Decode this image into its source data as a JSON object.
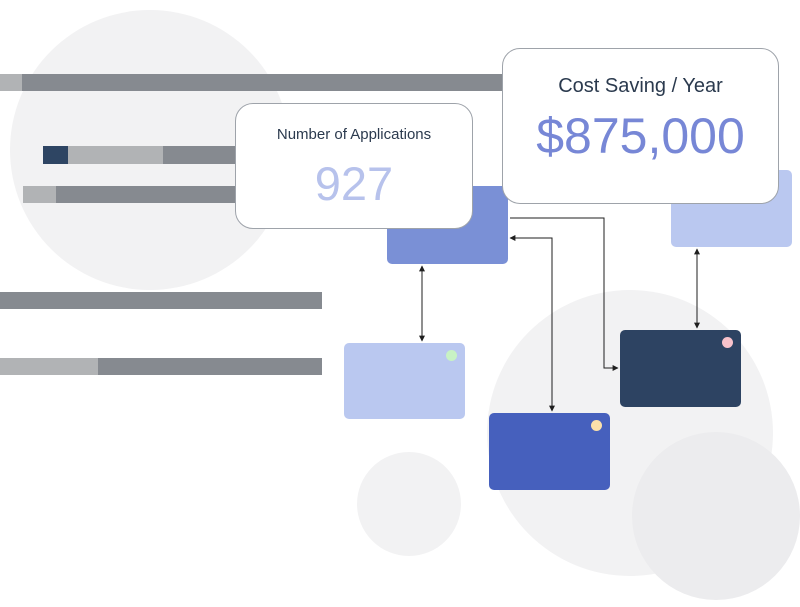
{
  "stats": {
    "applications": {
      "label": "Number of Applications",
      "value": "927"
    },
    "savings": {
      "label": "Cost Saving / Year",
      "value": "$875,000"
    }
  },
  "colors": {
    "background_circle": "#f2f2f3",
    "bar_dark": "#868a90",
    "bar_light": "#b1b3b5",
    "bar_accent": "#2e4563",
    "node_medium_blue": "#7a90d6",
    "node_light_blue": "#bac8f0",
    "node_royal_blue": "#4660bd",
    "node_navy": "#2d4362",
    "dot_green": "#c8f2c4",
    "dot_yellow": "#fbe0aa",
    "dot_pink": "#f8c2cb",
    "applications_value_color": "#b7c2ec",
    "savings_value_color": "#7787d6",
    "connector": "#1f1f1f"
  }
}
